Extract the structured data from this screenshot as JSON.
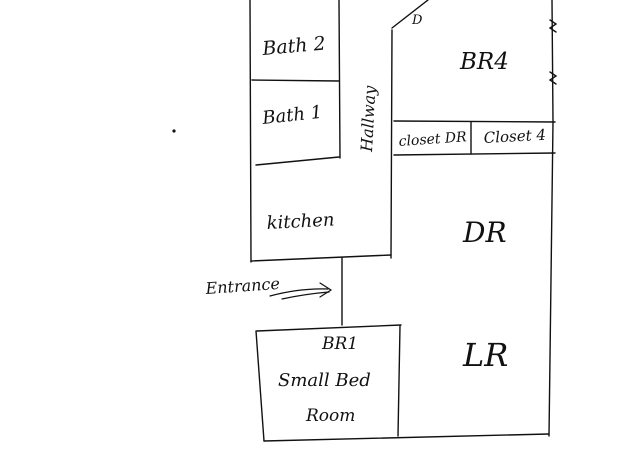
{
  "colors": {
    "ink": "#111111",
    "paper": "#ffffff"
  },
  "rooms": {
    "bath2": "Bath 2",
    "bath1": "Bath 1",
    "hallway": "Hallway",
    "kitchen": "kitchen",
    "br4": "BR4",
    "closet_dr": "closet DR",
    "closet4": "Closet 4",
    "dr": "DR",
    "lr": "LR",
    "br1": "BR1",
    "br1_name_line1": "Small Bed",
    "br1_name_line2": "Room"
  },
  "markers": {
    "door": "D"
  },
  "annotations": {
    "entrance": "Entrance"
  }
}
